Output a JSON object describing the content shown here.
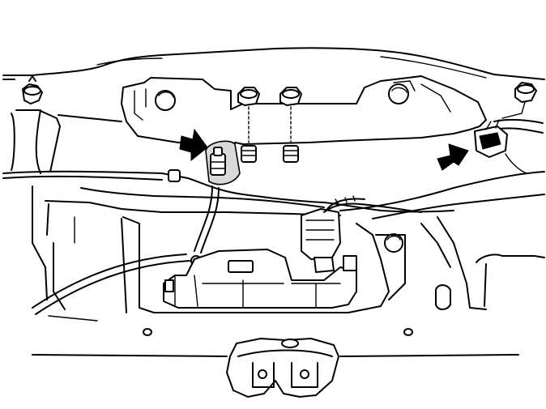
{
  "figure": {
    "background": "#ffffff",
    "line_color": "#000000",
    "accent_gray": "#d9d9d9"
  },
  "callouts": [
    {
      "id": "arrow-connector-left",
      "icon": "solid-arrow-icon"
    },
    {
      "id": "arrow-connector-right",
      "icon": "solid-arrow-icon"
    }
  ],
  "parts": [
    "tailgate-inner-panel",
    "mounting-nut-left",
    "mounting-nut-center-1",
    "mounting-nut-center-2",
    "mounting-nut-right",
    "wiring-harness",
    "release-cable",
    "latch-motor-connector",
    "electrical-connector-right",
    "lock-striker"
  ]
}
